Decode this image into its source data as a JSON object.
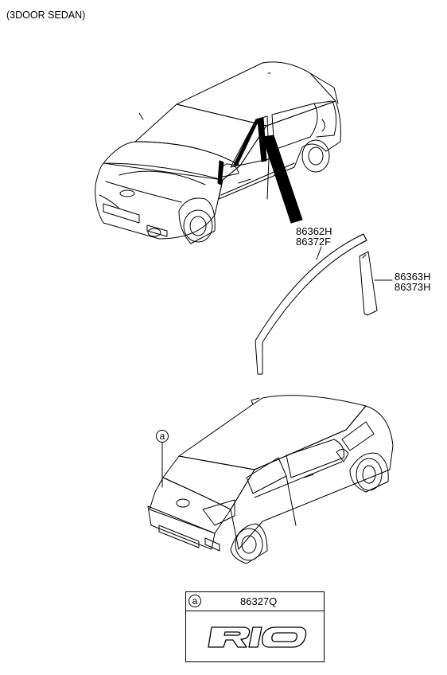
{
  "header": {
    "title": "(3DOOR SEDAN)"
  },
  "parts": {
    "front_molding": [
      "86362H",
      "86372F"
    ],
    "rear_molding": [
      "86363H",
      "86373H"
    ]
  },
  "callout": {
    "letter": "a"
  },
  "emblem_box": {
    "letter": "a",
    "part_no": "86327Q",
    "emblem_text": "RIO"
  }
}
